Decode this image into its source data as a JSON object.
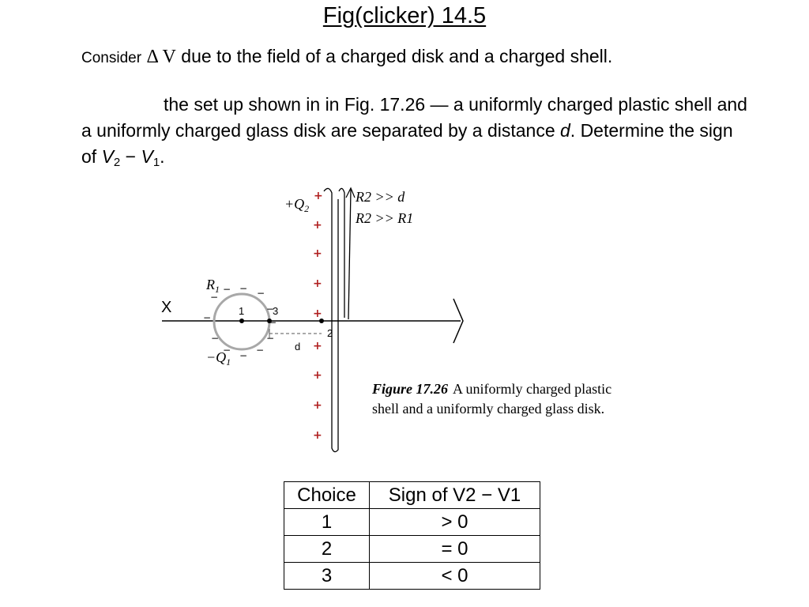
{
  "title": "Fig(clicker) 14.5",
  "intro": {
    "consider": "Consider",
    "delta_v": "Δ V",
    "rest": "due to the field of a charged disk and a charged shell."
  },
  "paragraph": {
    "part1": "the set up shown in in Fig. 17.26 — a uniformly charged plastic shell and a uniformly charged glass disk are separated by a distance ",
    "d": "d",
    "part2": ". Determine the sign of ",
    "v2": "V",
    "v2_sub": "2",
    "minus": " − ",
    "v1": "V",
    "v1_sub": "1",
    "end": "."
  },
  "figure": {
    "q2_label": "+Q",
    "q2_sub": "2",
    "cond1": "R2 >> d",
    "cond2": "R2 >> R1",
    "r1_label": "R",
    "r1_sub": "1",
    "q1_label": "−Q",
    "q1_sub": "1",
    "x_label": "X",
    "point1": "1",
    "point2": "2",
    "point3": "3",
    "d_label": "d",
    "plus": "+",
    "minus": "−",
    "caption_bold": "Figure 17.26",
    "caption_line1": "A uniformly charged plastic",
    "caption_line2": "shell and a uniformly charged glass disk."
  },
  "table": {
    "headers": [
      "Choice",
      "Sign of V2 − V1"
    ],
    "rows": [
      [
        "1",
        "> 0"
      ],
      [
        "2",
        "= 0"
      ],
      [
        "3",
        "< 0"
      ]
    ]
  }
}
